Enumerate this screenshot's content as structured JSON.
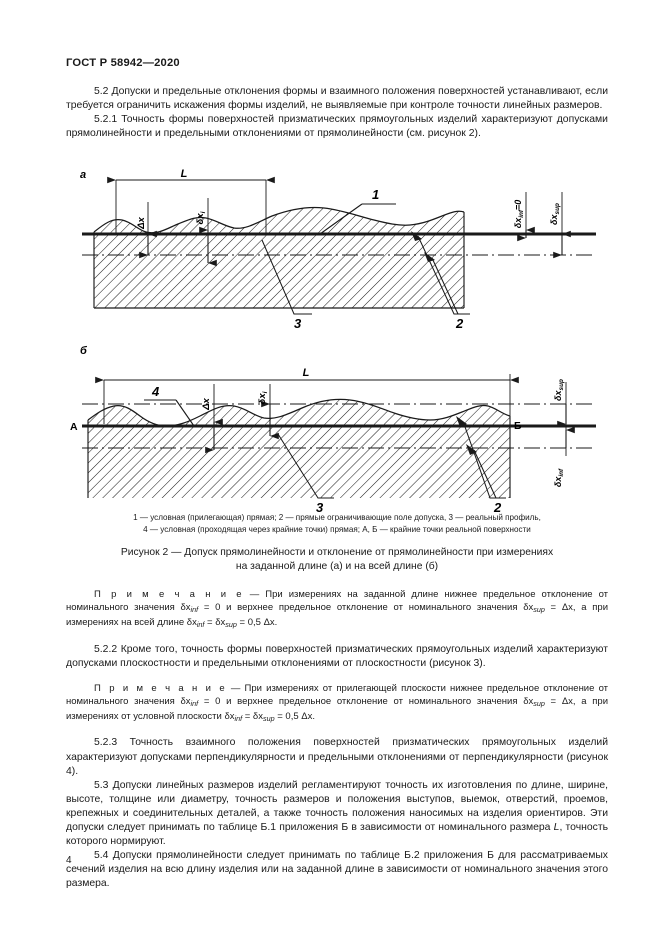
{
  "header": {
    "standard": "ГОСТ Р 58942—2020"
  },
  "body": {
    "p_5_2": "5.2 Допуски и предельные отклонения формы и взаимного положения поверхностей устанавливают, если требуется ограничить искажения формы изделий, не выявляемые при контроле точности линейных размеров.",
    "p_5_2_1": "5.2.1 Точность формы поверхностей призматических прямоугольных изделий характеризуют допусками прямолинейности и предельными отклонениями от прямолинейности (см. рисунок 2).",
    "note_1_label": "П р и м е ч а н и е",
    "note_1_part1": "— При измерениях на заданной длине нижнее предельное отклонение от номинального значения δx",
    "note_1_sub1": "inf",
    "note_1_part2": " = 0 и верхнее предельное отклонение от номинального значения δx",
    "note_1_sub2": "sup",
    "note_1_part3": " = Δx, а при измерениях на всей длине δx",
    "note_1_sub3": "inf",
    "note_1_part4": " = δx",
    "note_1_sub4": "sup",
    "note_1_part5": " = 0,5 Δx.",
    "p_5_2_2": "5.2.2 Кроме того, точность формы поверхностей призматических прямоугольных изделий характеризуют допусками плоскостности и предельными отклонениями от плоскостности (рисунок 3).",
    "note_2_label": "П р и м е ч а н и е",
    "note_2_part1": "— При измерениях от прилегающей плоскости нижнее предельное отклонение от номинального значения δx",
    "note_2_sub1": "inf",
    "note_2_part2": " = 0 и верхнее предельное отклонение от номинального значения δx",
    "note_2_sub2": "sup",
    "note_2_part3": " = Δx, а при измерениях от условной плоскости δx",
    "note_2_sub3": "inf",
    "note_2_part4": " = δx",
    "note_2_sub4": "sup",
    "note_2_part5": " = 0,5 Δx.",
    "p_5_2_3": "5.2.3 Точность взаимного положения поверхностей призматических прямоугольных изделий характеризуют допусками перпендикулярности и предельными отклонениями от перпендикулярности (рисунок 4).",
    "p_5_3_a": "5.3 Допуски линейных размеров изделий регламентируют точность их изготовления по длине, ширине, высоте, толщине или диаметру, точность размеров и положения выступов, выемок, отверстий, проемов, крепежных и соединительных деталей, а также точность положения наносимых на изделия ориентиров. Эти допуски следует принимать по таблице Б.1 приложения Б в зависимости от номинального размера ",
    "p_5_3_italic": "L",
    "p_5_3_b": ", точность которого нормируют.",
    "p_5_4": "5.4 Допуски прямолинейности следует принимать по таблице Б.2 приложения Б для рассматриваемых сечений изделия на всю длину изделия или на заданной длине в зависимости от номинального значения этого размера."
  },
  "figure": {
    "part_a_label": "а",
    "part_b_label": "б",
    "dim_L": "L",
    "dim_dx": "Δx",
    "dim_dxi": "δx",
    "dim_dxi_sub": "i",
    "dx_inf_zero": "δx",
    "dx_inf_zero_sub": "inf",
    "dx_inf_zero_val": "=0",
    "dx_sup": "δx",
    "dx_sup_sub": "sup",
    "dx_inf": "δx",
    "dx_inf_sub": "inf",
    "callout_1": "1",
    "callout_2": "2",
    "callout_3": "3",
    "callout_4": "4",
    "point_A": "А",
    "point_B": "Б",
    "legend_line1": "1 — условная (прилегающая) прямая; 2 — прямые  ограничивающие поле допуска, 3 — реальный профиль,",
    "legend_line2": "4 — условная (проходящая через крайние точки) прямая; А, Б — крайние точки реальной поверхности",
    "caption_line1": "Рисунок 2 — Допуск прямолинейности и отклонение от прямолинейности при измерениях",
    "caption_line2": "на заданной длине (а) и на всей длине (б)"
  },
  "footer": {
    "page_number": "4"
  },
  "colors": {
    "ink": "#1a1a1a",
    "paper": "#ffffff"
  }
}
